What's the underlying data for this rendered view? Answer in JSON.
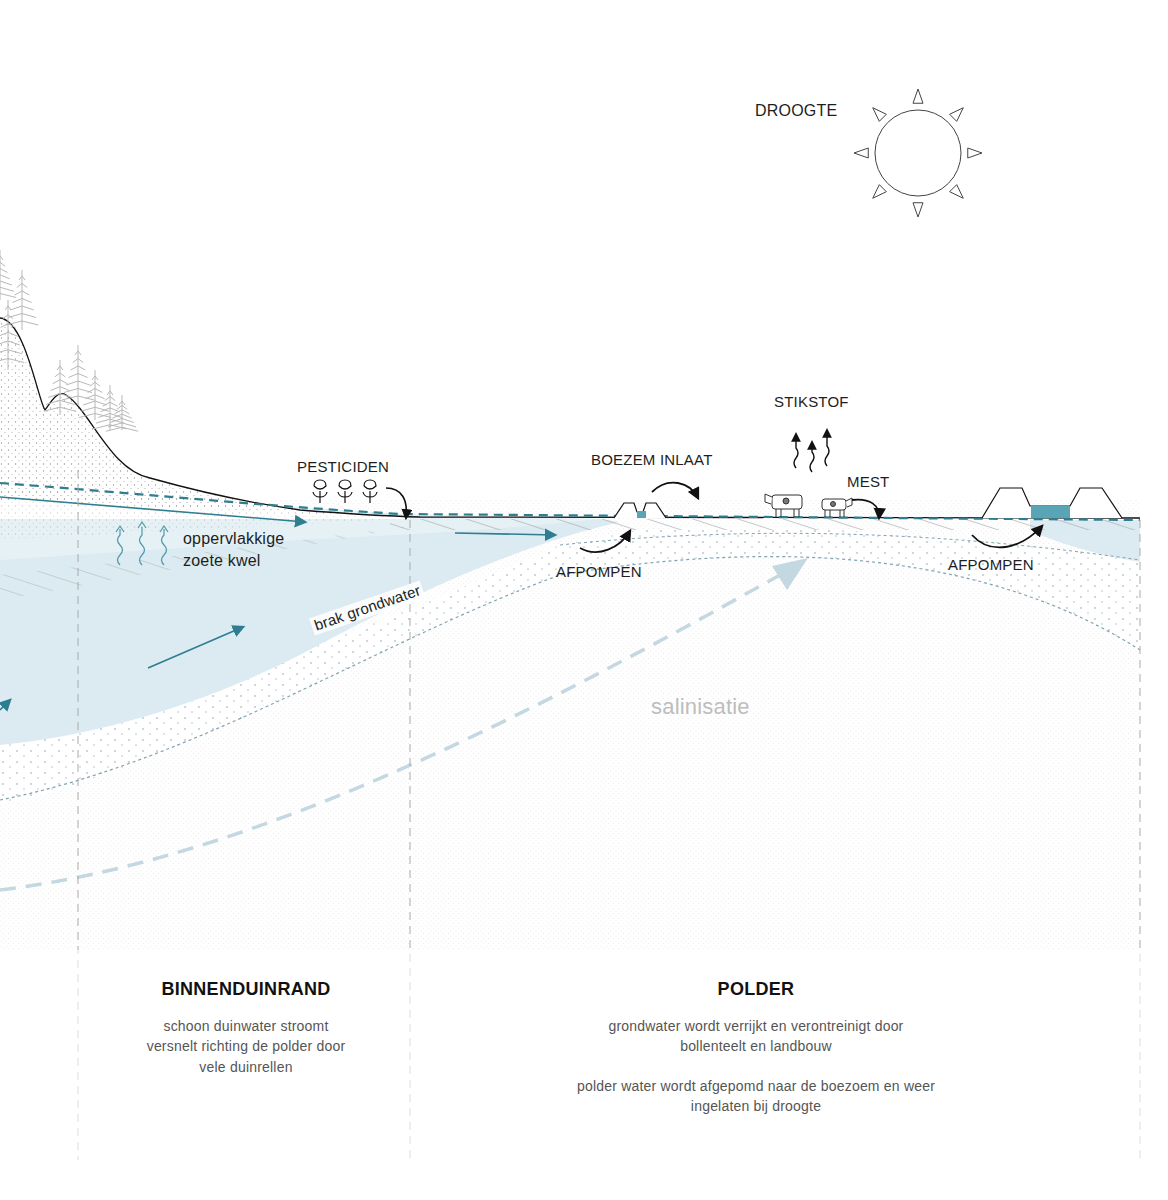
{
  "diagram": {
    "labels": [
      "DROOGTE",
      "STIKSTOF",
      "PESTICIDEN",
      "BOEZEM INLAAT",
      "MEST",
      "oppervlakkige zoete kwel",
      "AFPOMPEN",
      "AFPOMPEN",
      "brak grondwater",
      "salinisatie",
      "BINNENDUINRAND",
      "schoon duinwater stroomt versnelt richting de polder door vele duinrellen",
      "POLDER",
      "grondwater wordt verrijkt en verontreinigt door bollenteelt en landbouw",
      "polder water wordt afgepomd naar de boezoem en weer ingelaten bij droogte"
    ]
  }
}
